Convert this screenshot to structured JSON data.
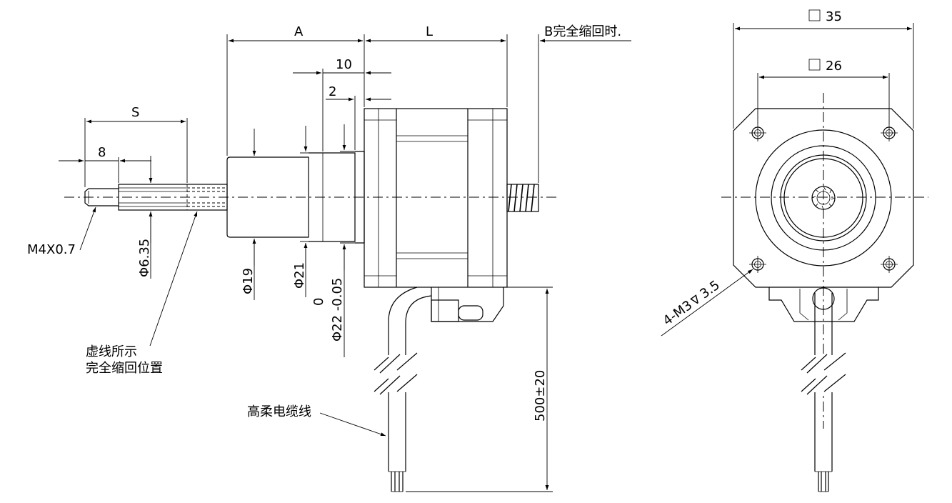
{
  "side_view": {
    "dim_a": "A",
    "dim_l": "L",
    "dim_b": "B完全缩回时.",
    "dim_10": "10",
    "dim_2": "2",
    "dim_s": "S",
    "dim_8": "8",
    "thread": "M4X0.7",
    "dia_635": "Φ6.35",
    "dia_19": "Φ19",
    "dia_21": "Φ21",
    "dia_22_upper": "0",
    "dia_22_lower": "Φ22 -0.05",
    "note_line1": "虚线所示",
    "note_line2": "完全缩回位置",
    "cable_label": "高柔电缆线",
    "cable_length": "500±20"
  },
  "front_view": {
    "outer_square": "35",
    "inner_square": "26",
    "holes": "4-M3",
    "hole_depth_symbol": "∇",
    "hole_depth": "3.5"
  }
}
